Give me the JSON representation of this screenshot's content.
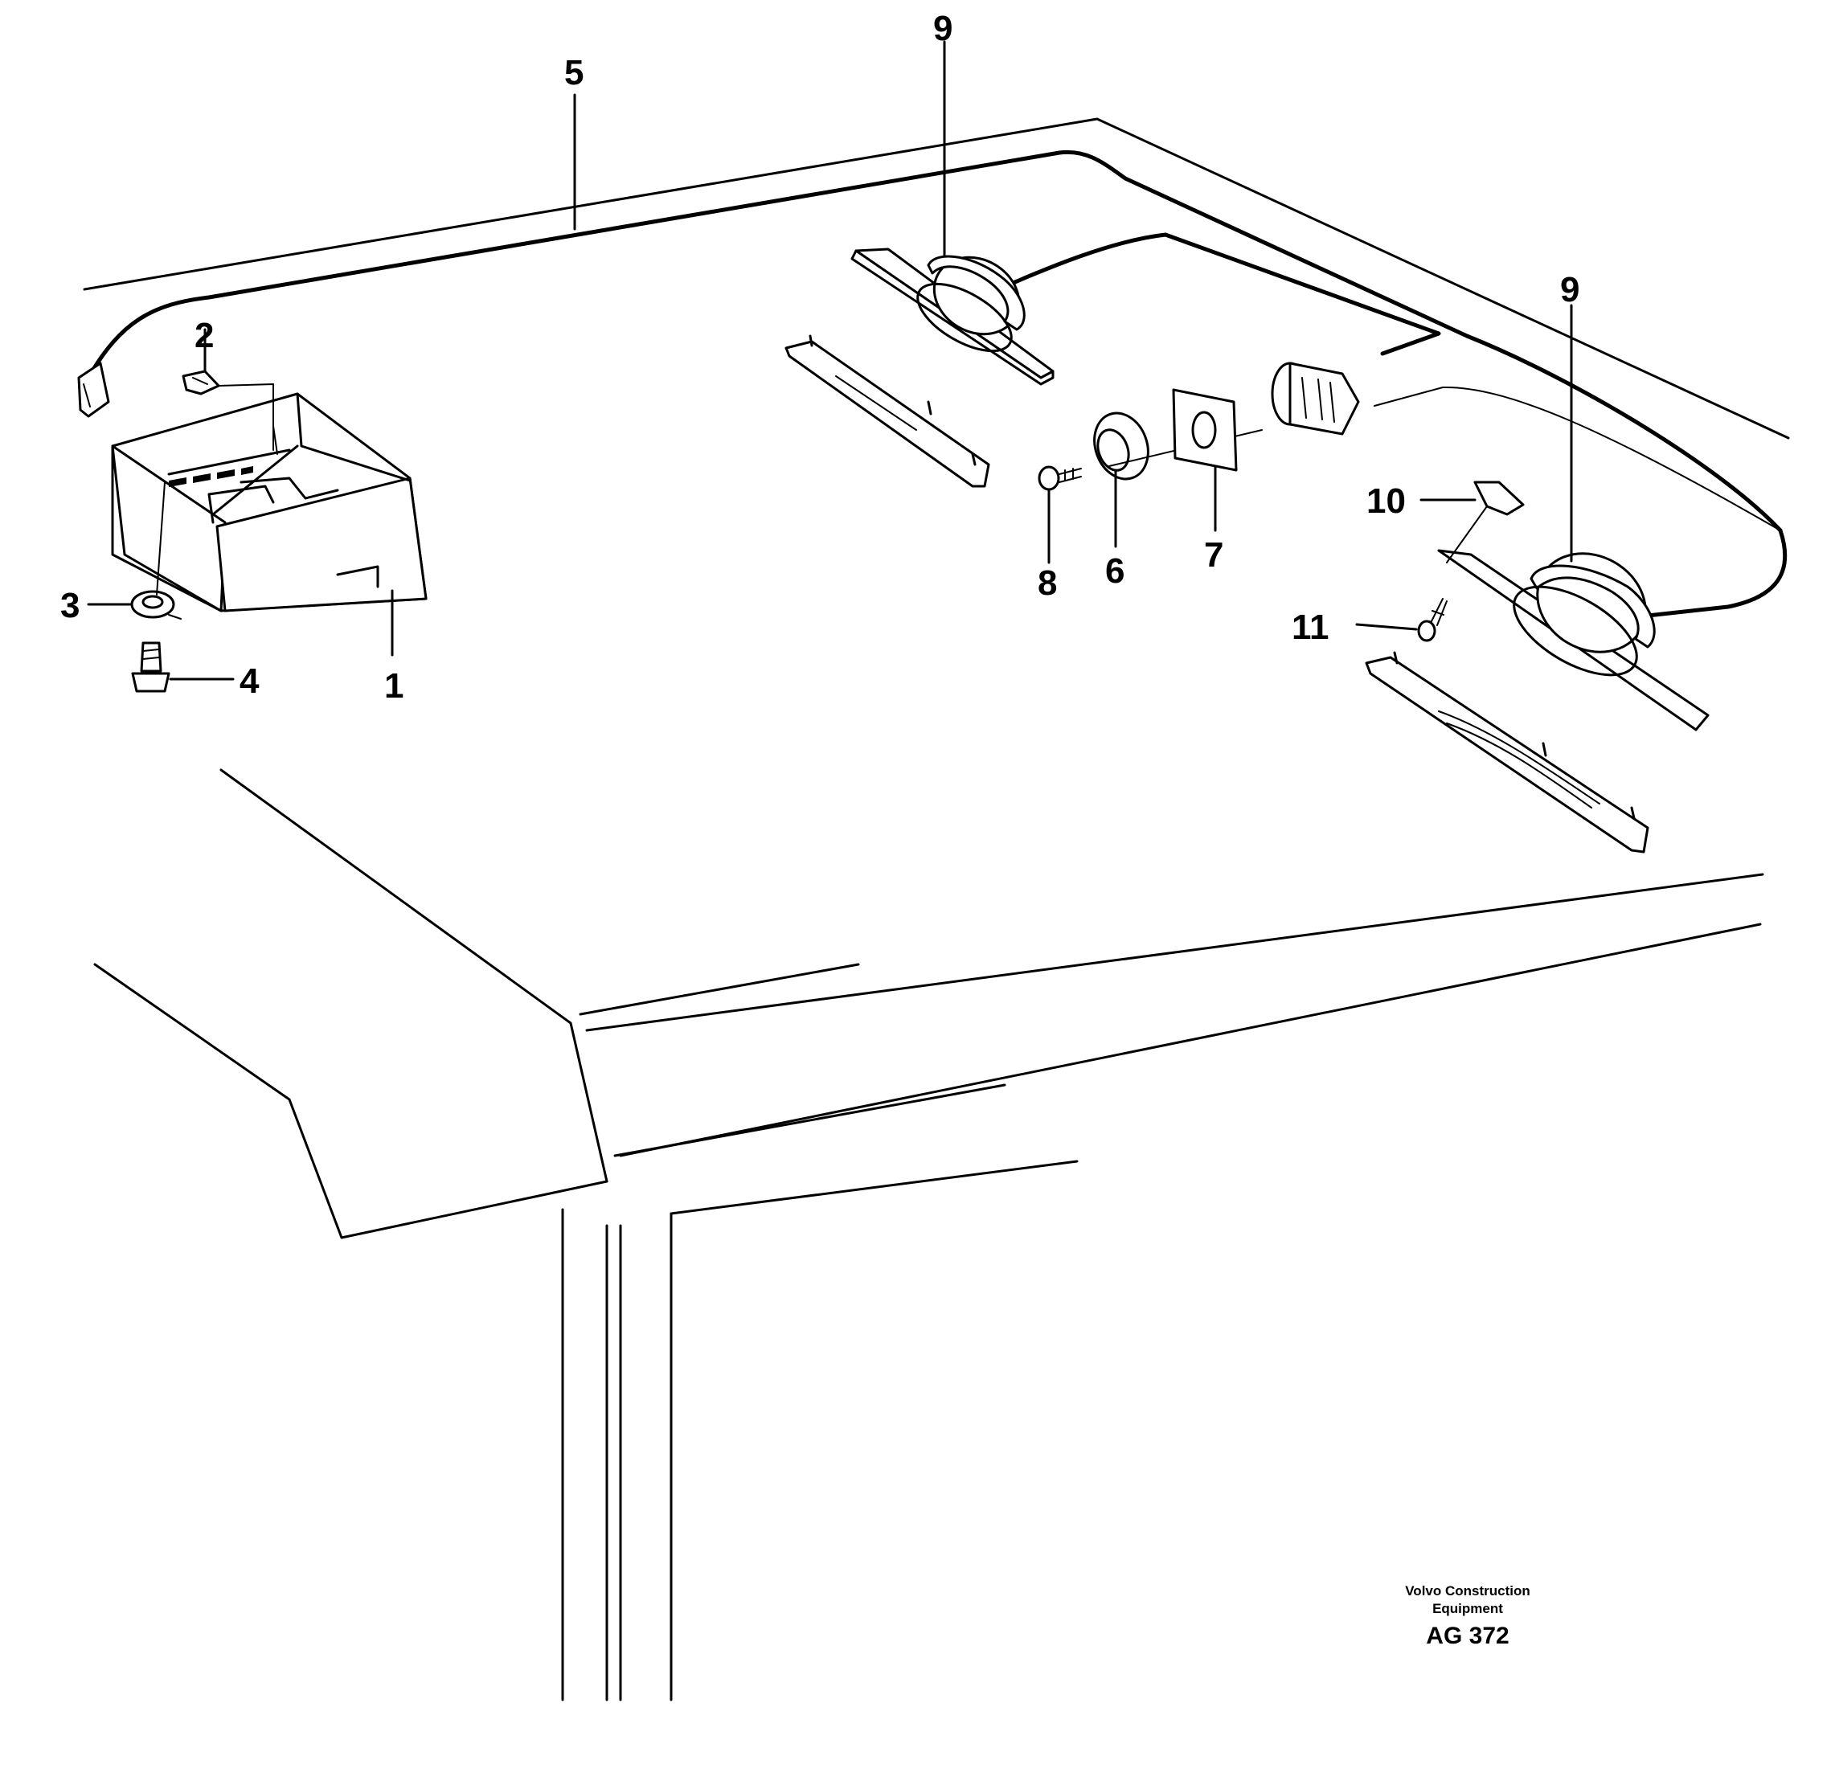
{
  "callouts": {
    "p1": "1",
    "p2": "2",
    "p3": "3",
    "p4": "4",
    "p5": "5",
    "p6": "6",
    "p7": "7",
    "p8": "8",
    "p9a": "9",
    "p9b": "9",
    "p10": "10",
    "p11": "11"
  },
  "footer": {
    "company_line1": "Volvo Construction",
    "company_line2": "Equipment",
    "drawing_id": "AG 372"
  }
}
